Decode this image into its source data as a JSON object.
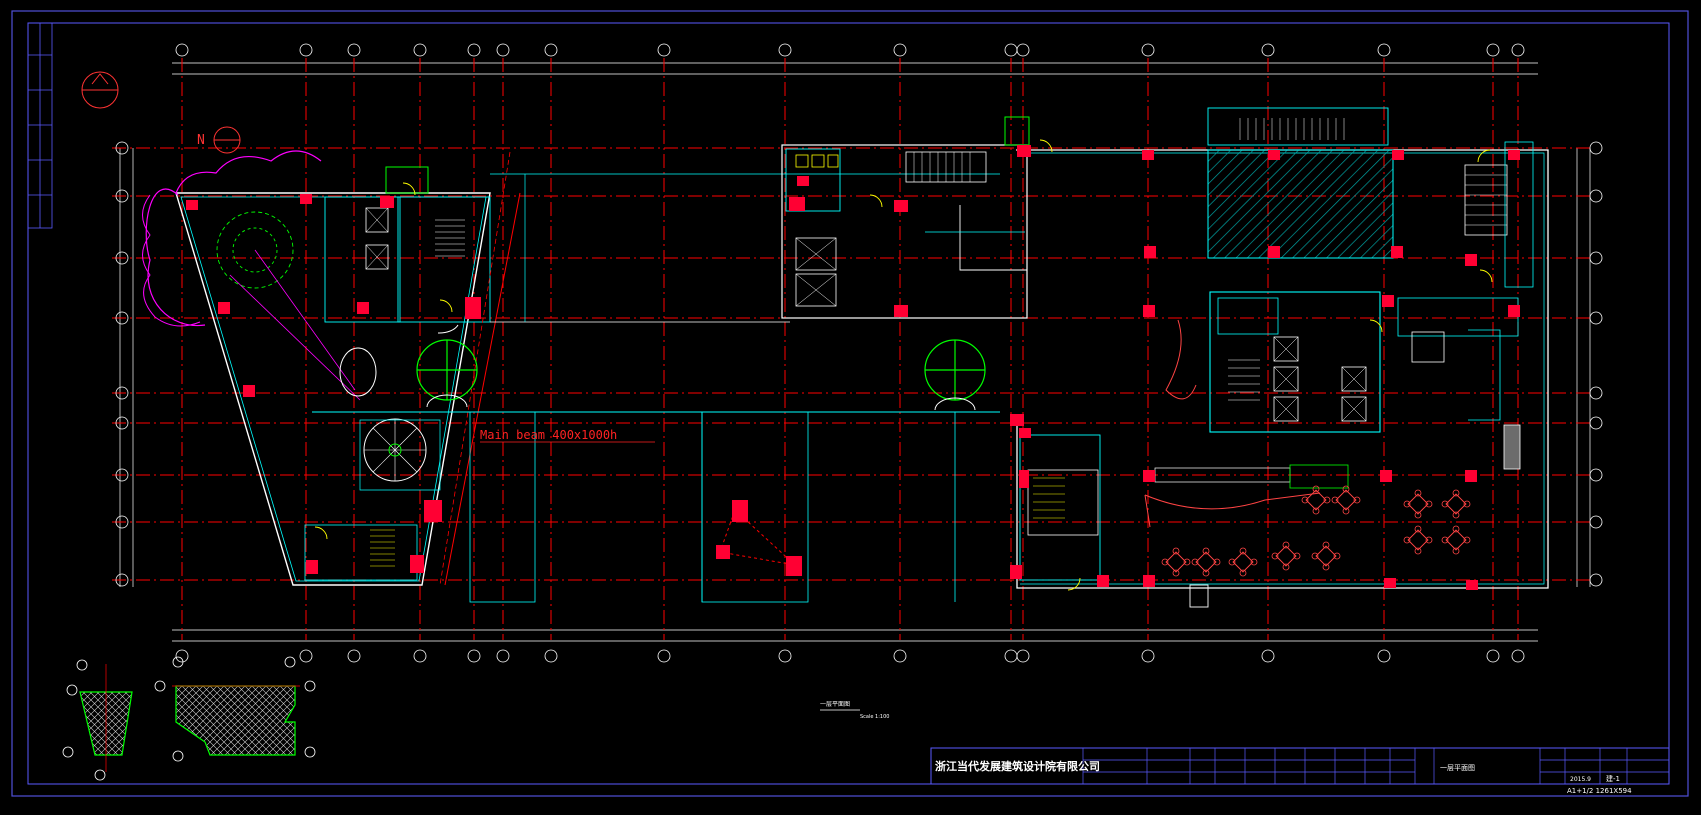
{
  "sheet": {
    "company": "浙江当代发展建筑设计院有限公司",
    "drawing_title": "一层平面图",
    "plan_label": "一层平面图",
    "scale_note": "Scale 1:100",
    "sheet_number": "建-1",
    "date": "2015.9",
    "paper_size_note": "A1+1/2 1261X594",
    "annotation": "Main beam 400x1000h"
  },
  "colors": {
    "background": "#000000",
    "frame": "#5a5aff",
    "dimension": "#ffffff",
    "grid_axis": "#ff0000",
    "wall": "#00ffff",
    "column": "#ff0033",
    "door": "#ffff00",
    "furniture": "#ff4444",
    "green_elements": "#00ff00",
    "purple_lines": "#ff00ff",
    "hatch": "#00a0a0"
  },
  "icons": [
    "north-arrow-icon",
    "compass-icon"
  ]
}
